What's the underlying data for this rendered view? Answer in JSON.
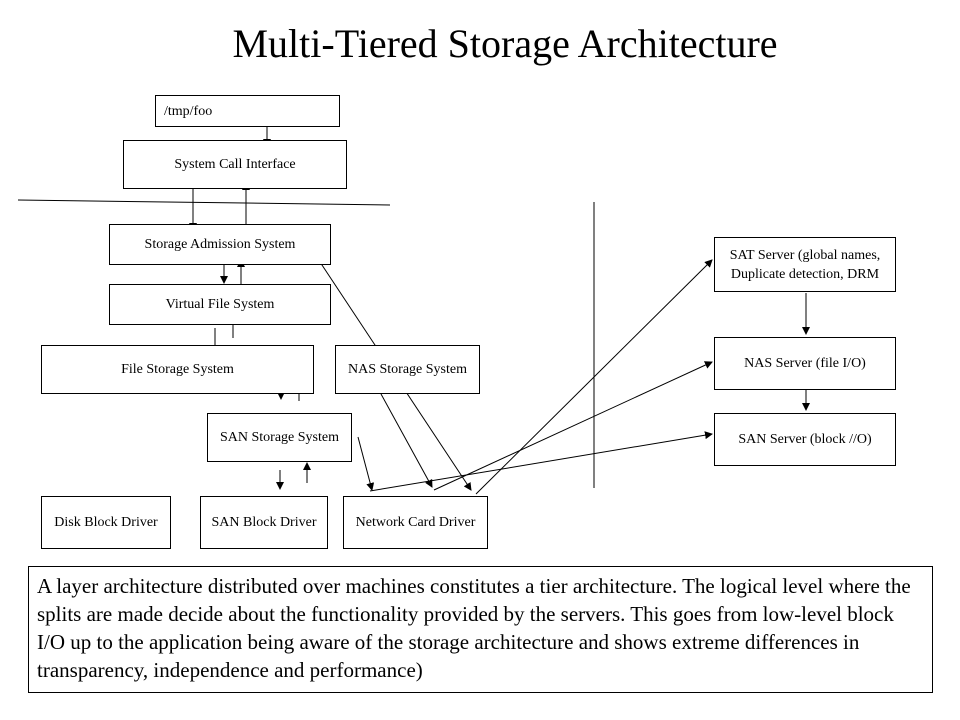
{
  "title": "Multi-Tiered Storage Architecture",
  "boxes": {
    "tmp_foo": "/tmp/foo",
    "system_call_interface": "System Call Interface",
    "storage_admission_system": "Storage Admission System",
    "virtual_file_system": "Virtual File System",
    "file_storage_system": "File Storage System",
    "nas_storage_system": "NAS Storage System",
    "san_storage_system": "SAN Storage System",
    "disk_block_driver": "Disk Block Driver",
    "san_block_driver": "SAN Block Driver",
    "network_card_driver": "Network Card Driver",
    "sat_server_line1": "SAT Server (global names,",
    "sat_server_line2": "Duplicate detection, DRM",
    "nas_server": "NAS Server (file I/O)",
    "san_server": "SAN Server (block //O)"
  },
  "caption": "A layer architecture distributed over machines constitutes a tier architecture. The logical level where the splits are made decide about the functionality provided by the servers. This goes from low-level block I/O up to the application being aware of the storage architecture and shows extreme differences in transparency, independence and performance)"
}
